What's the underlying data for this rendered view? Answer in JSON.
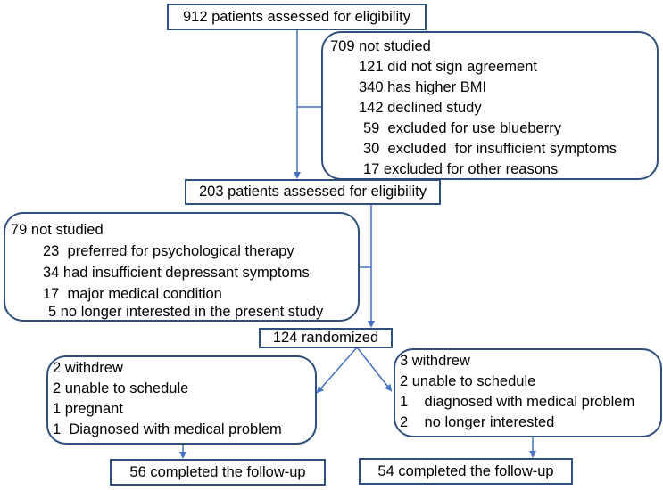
{
  "colors": {
    "box_border": "#2f4f7f",
    "arrow": "#4472c4"
  },
  "boxes": {
    "assessed_1": "912 patients assessed for eligibility",
    "excluded_1": {
      "title": "709 not studied",
      "items": [
        "121 did not sign agreement",
        "340 has higher BMI",
        "142 declined study",
        "59  excluded for use blueberry",
        "30  excluded  for insufficient symptoms",
        "17 excluded for other reasons"
      ]
    },
    "assessed_2": "203 patients assessed for eligibility",
    "excluded_2": {
      "title": "79 not studied",
      "items": [
        "23  preferred for psychological therapy",
        "34 had insufficient depressant symptoms",
        "17  major medical condition",
        "5 no longer interested in the present study"
      ]
    },
    "randomized": "124 randomized",
    "left_arm": {
      "items": [
        "2 withdrew",
        "2 unable to schedule",
        "1 pregnant",
        "1  Diagnosed with medical problem"
      ]
    },
    "right_arm": {
      "items": [
        "3 withdrew",
        "2 unable to schedule",
        "1    diagnosed with medical problem",
        "2    no longer interested"
      ]
    },
    "left_completed": "56 completed the follow-up",
    "right_completed": "54 completed the follow-up"
  }
}
